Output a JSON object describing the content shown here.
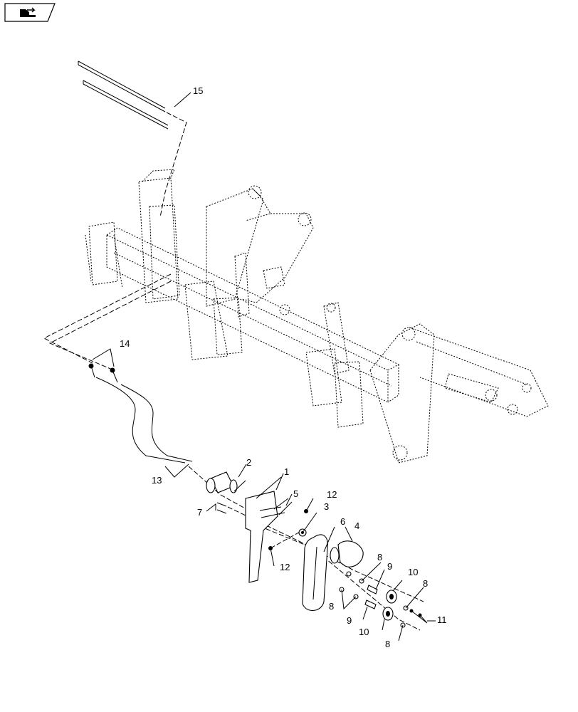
{
  "nav": {
    "icon": "page-forward-icon"
  },
  "callouts": {
    "c1": "1",
    "c2": "2",
    "c3": "3",
    "c4": "4",
    "c5": "5",
    "c6": "6",
    "c7": "7",
    "c8a": "8",
    "c8b": "8",
    "c8c": "8",
    "c8d": "8",
    "c9a": "9",
    "c9b": "9",
    "c10a": "10",
    "c10b": "10",
    "c11": "11",
    "c12a": "12",
    "c12b": "12",
    "c13": "13",
    "c14": "14",
    "c15": "15"
  },
  "colors": {
    "line": "#000000",
    "background": "#ffffff"
  }
}
